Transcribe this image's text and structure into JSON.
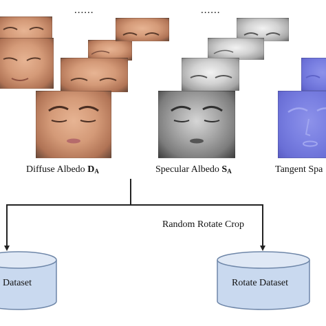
{
  "top_dots": [
    "......",
    "......"
  ],
  "captions": {
    "diffuse": {
      "text": "Diffuse Albedo ",
      "symbol": "D",
      "sub": "A"
    },
    "specular": {
      "text": "Specular Albedo ",
      "symbol": "S",
      "sub": "A"
    },
    "tangent": {
      "text": "Tangent Spa"
    }
  },
  "arrow_label": "Random Rotate Crop",
  "datasets": {
    "left": "Dataset",
    "right": "Rotate Dataset"
  },
  "colors": {
    "cylinder_fill": "#c9d9ef",
    "cylinder_top": "#dfe8f5",
    "cylinder_stroke": "#6e86a8",
    "tangent_blue": "#7a80e2"
  }
}
